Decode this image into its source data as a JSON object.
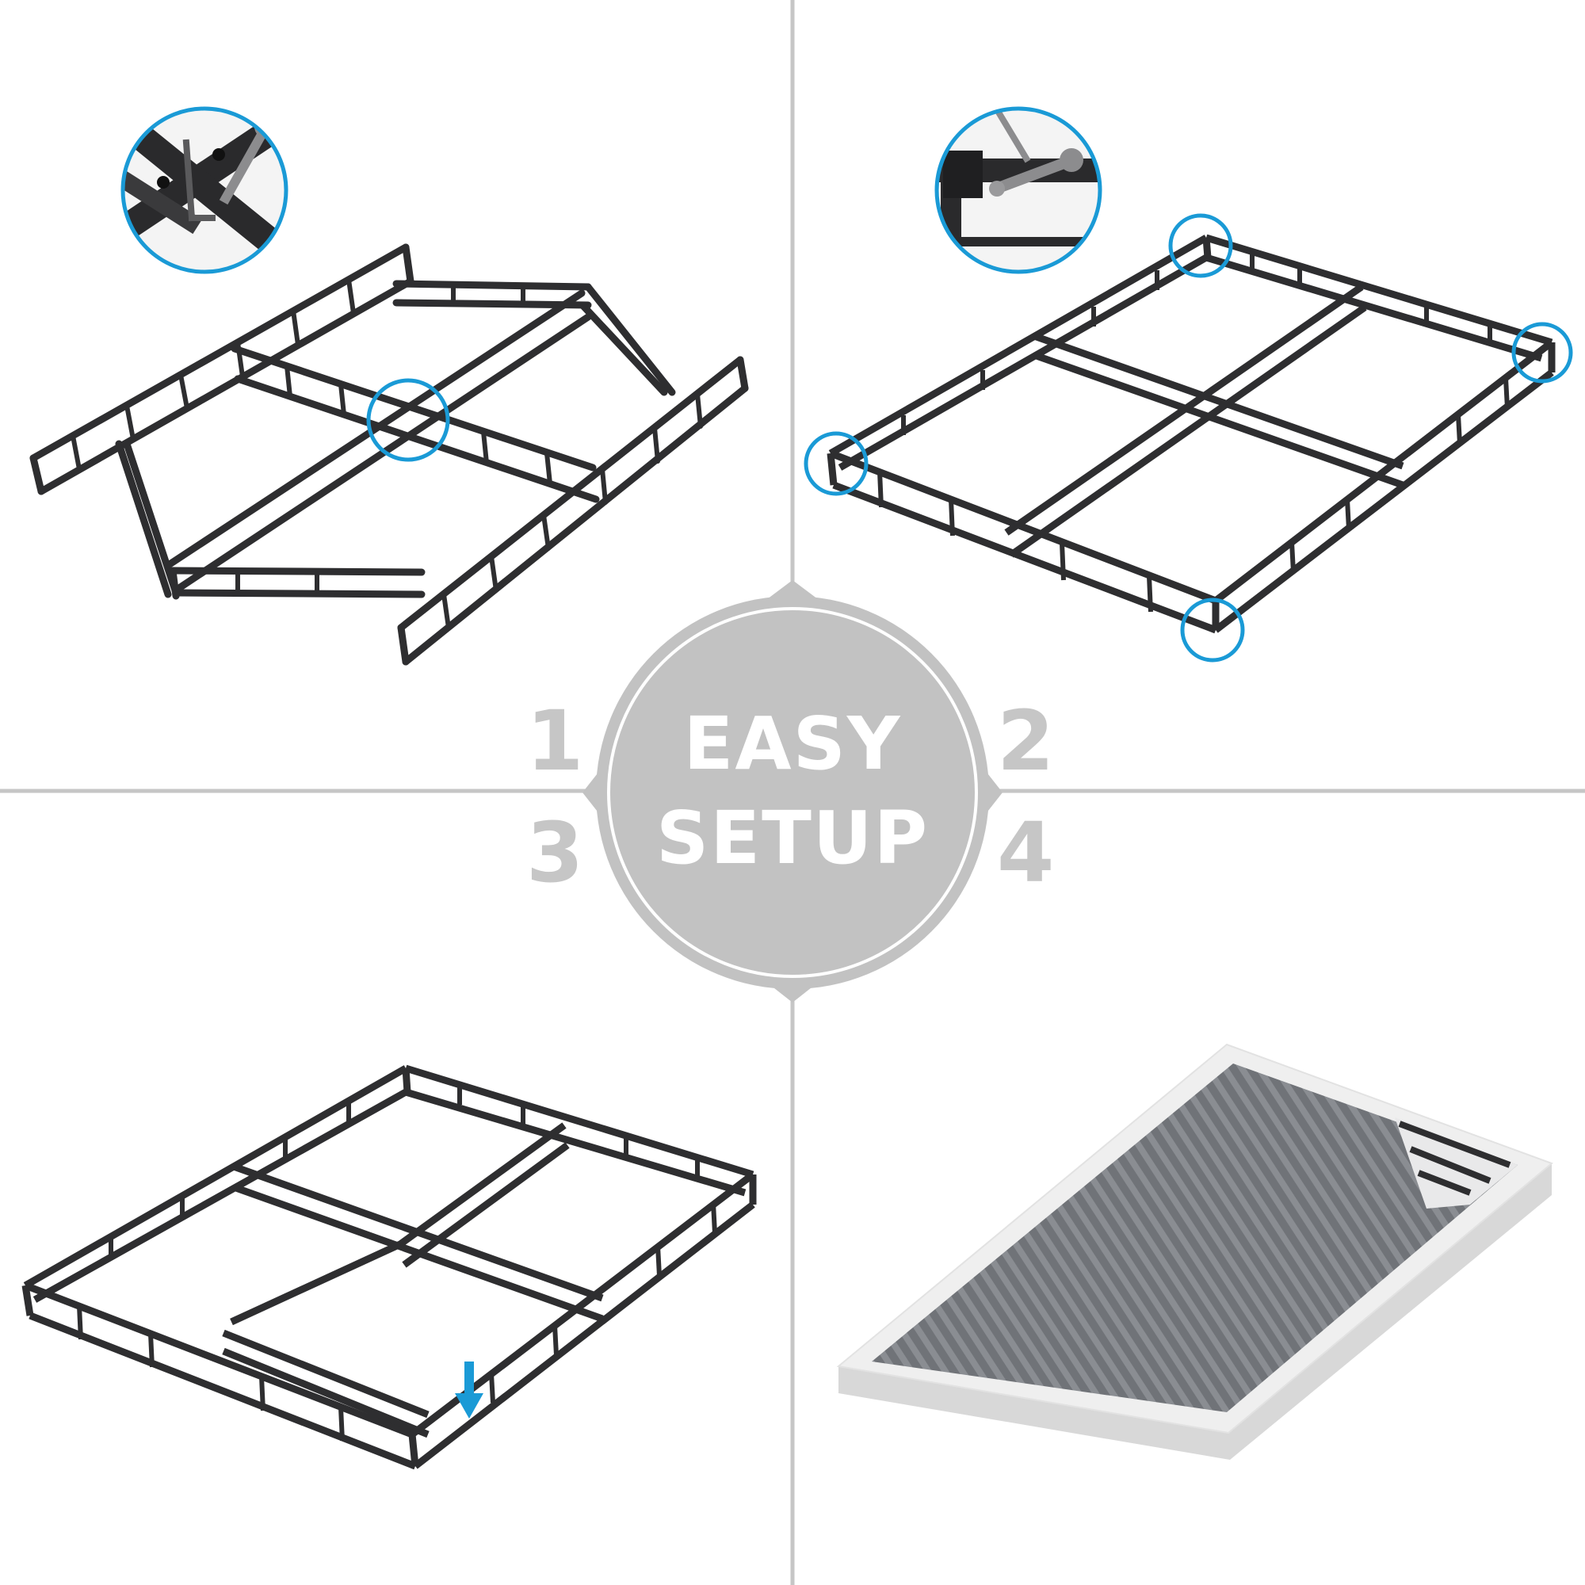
{
  "badge": {
    "line1": "EASY",
    "line2": "SETUP"
  },
  "steps": [
    "1",
    "2",
    "3",
    "4"
  ],
  "colors": {
    "divider": "#c6c6c6",
    "badge_fill": "#c2c2c2",
    "badge_ring": "#ffffff",
    "frame_metal": "#2e2e30",
    "highlight_circle": "#1a9ad6",
    "arrow": "#1a9ad6",
    "cover_border": "#eeeeee",
    "cover_fabric": "#6d7075"
  },
  "icons": {
    "step1_callout": "wrench-and-hex-key-icon",
    "step2_callout": "wrench-and-hex-key-icon",
    "step3_marker": "down-arrow-icon"
  }
}
